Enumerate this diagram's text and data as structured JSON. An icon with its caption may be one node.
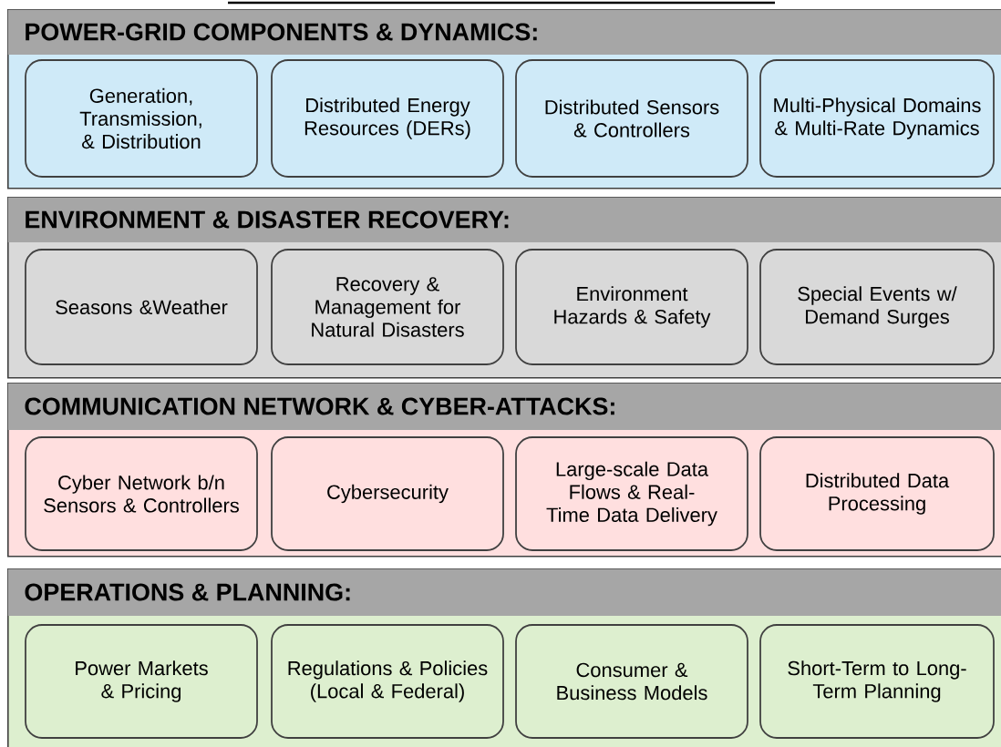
{
  "diagram": {
    "nodes": [
      {
        "text": [
          "POWER-GRID COMPONENTS & DYNAMICS:"
        ]
      },
      {
        "text": [
          "Generation, Transmission, & Distribution"
        ],
        "in": 0
      },
      {
        "text": [
          "Distributed Energy Resources (DERs)"
        ],
        "in": 0
      },
      {
        "text": [
          "Distributed Sensors & Controllers"
        ],
        "in": 0
      },
      {
        "text": [
          "Multi-Physical Domains & Multi-Rate Dynamics"
        ],
        "in": 0
      },
      {
        "text": [
          "ENVIRONMENT & DISASTER RECOVERY:"
        ]
      },
      {
        "text": [
          "Seasons &Weather"
        ],
        "in": 5
      },
      {
        "text": [
          "Recovery & Management for Natural Disasters"
        ],
        "in": 5
      },
      {
        "text": [
          "Environment Hazards & Safety"
        ],
        "in": 5
      },
      {
        "text": [
          "Special Events w/ Demand Surges"
        ],
        "in": 5
      },
      {
        "text": [
          "COMMUNICATION NETWORK & CYBER-ATTACKS:"
        ]
      },
      {
        "text": [
          "Cyber Network b/n Sensors & Controllers"
        ],
        "in": 10
      },
      {
        "text": [
          "Cybersecurity"
        ],
        "in": 10
      },
      {
        "text": [
          "Large-scale Data Flows & Real-Time Data Delivery"
        ],
        "in": 10
      },
      {
        "text": [
          "Distributed Data Processing"
        ],
        "in": 10
      },
      {
        "text": [
          "OPERATIONS & PLANNING:"
        ]
      },
      {
        "text": [
          "Power Markets & Pricing"
        ],
        "in": 15
      },
      {
        "text": [
          "Regulations & Policies (Local & Federal)"
        ],
        "in": 15
      },
      {
        "text": [
          "Consumer & Business Models"
        ],
        "in": 15
      },
      {
        "text": [
          "Short-Term to Long-Term Planning"
        ],
        "in": 15
      }
    ]
  }
}
